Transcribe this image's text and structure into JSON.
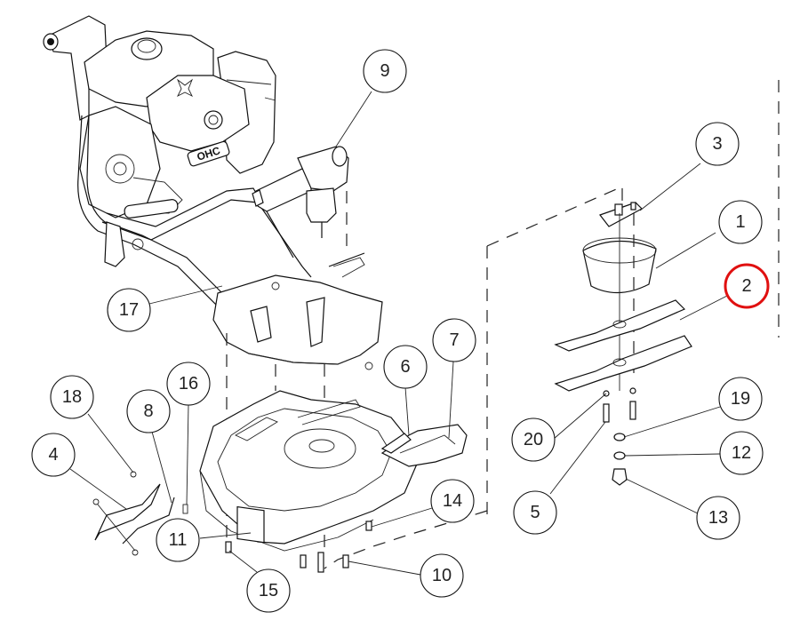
{
  "diagram": {
    "type": "exploded-parts-diagram",
    "engine_brand": "OHC",
    "highlight_color": "#e01010",
    "highlighted_callout": "2",
    "callouts": [
      {
        "id": "1",
        "label": "1"
      },
      {
        "id": "2",
        "label": "2"
      },
      {
        "id": "3",
        "label": "3"
      },
      {
        "id": "4",
        "label": "4"
      },
      {
        "id": "5",
        "label": "5"
      },
      {
        "id": "6",
        "label": "6"
      },
      {
        "id": "7",
        "label": "7"
      },
      {
        "id": "8",
        "label": "8"
      },
      {
        "id": "9",
        "label": "9"
      },
      {
        "id": "10",
        "label": "10"
      },
      {
        "id": "11",
        "label": "11"
      },
      {
        "id": "12",
        "label": "12"
      },
      {
        "id": "13",
        "label": "13"
      },
      {
        "id": "14",
        "label": "14"
      },
      {
        "id": "15",
        "label": "15"
      },
      {
        "id": "16",
        "label": "16"
      },
      {
        "id": "17",
        "label": "17"
      },
      {
        "id": "18",
        "label": "18"
      },
      {
        "id": "19",
        "label": "19"
      },
      {
        "id": "20",
        "label": "20"
      }
    ]
  }
}
